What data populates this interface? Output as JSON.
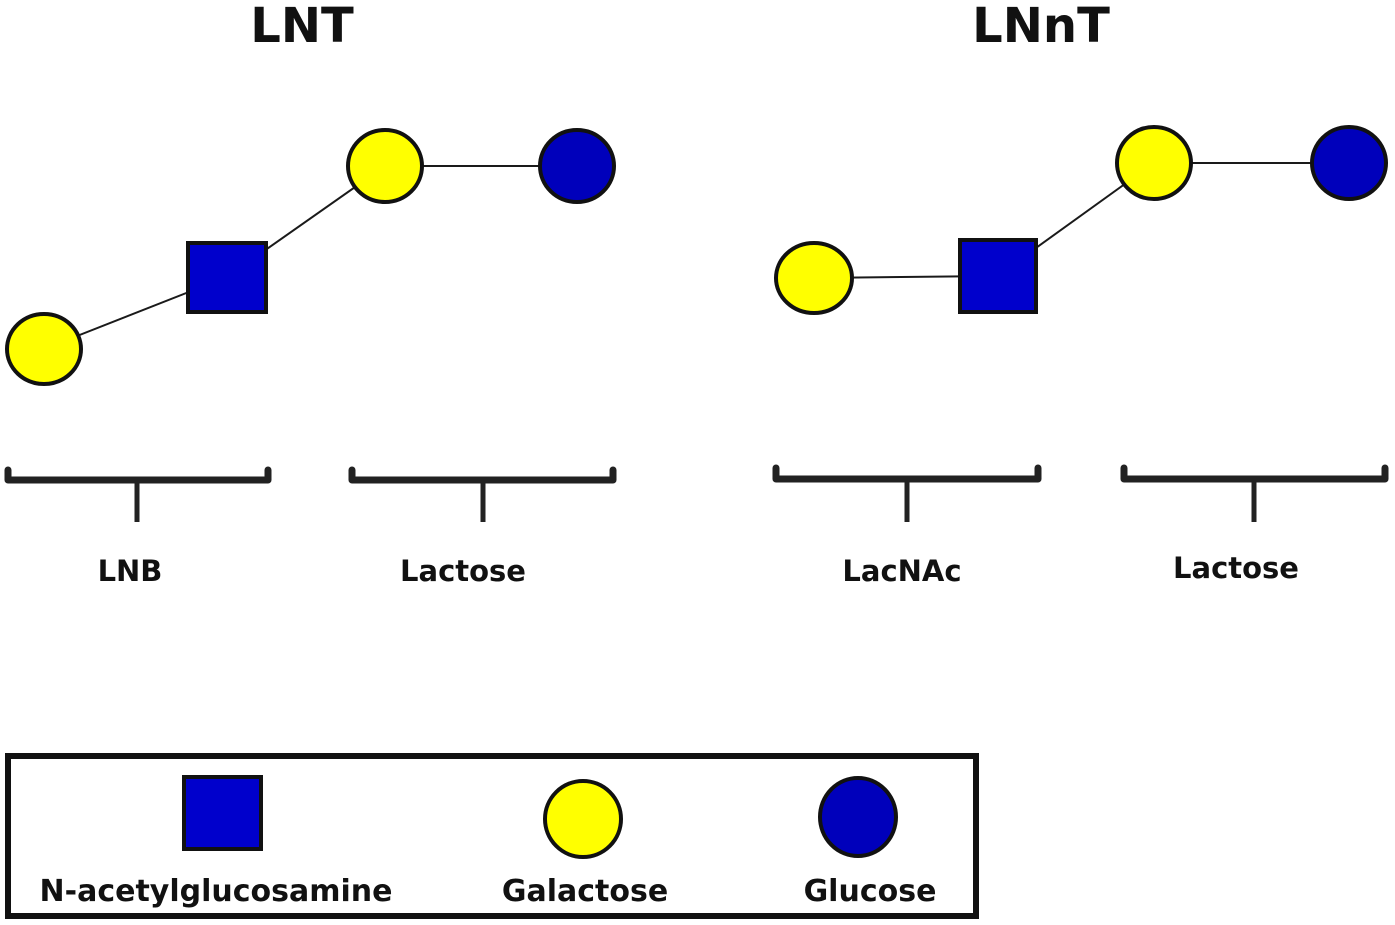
{
  "colors": {
    "n_acetylglucosamine": "#0000cc",
    "galactose": "#ffff00",
    "glucose": "#0000bb",
    "outline": "#111111",
    "background": "#ffffff"
  },
  "structures": [
    {
      "title": "LNT",
      "residues": [
        "galactose",
        "n_acetylglucosamine",
        "galactose",
        "glucose"
      ],
      "groups": [
        {
          "label": "LNB"
        },
        {
          "label": "Lactose"
        }
      ]
    },
    {
      "title": "LNnT",
      "residues": [
        "galactose",
        "n_acetylglucosamine",
        "galactose",
        "glucose"
      ],
      "groups": [
        {
          "label": "LacNAc"
        },
        {
          "label": "Lactose"
        }
      ]
    }
  ],
  "legend": {
    "items": [
      {
        "shape": "square",
        "label": "N-acetylglucosamine",
        "icon": "n-acetylglucosamine-square-icon"
      },
      {
        "shape": "circle",
        "label": "Galactose",
        "icon": "galactose-circle-icon"
      },
      {
        "shape": "circle",
        "label": "Glucose",
        "icon": "glucose-circle-icon"
      }
    ]
  }
}
